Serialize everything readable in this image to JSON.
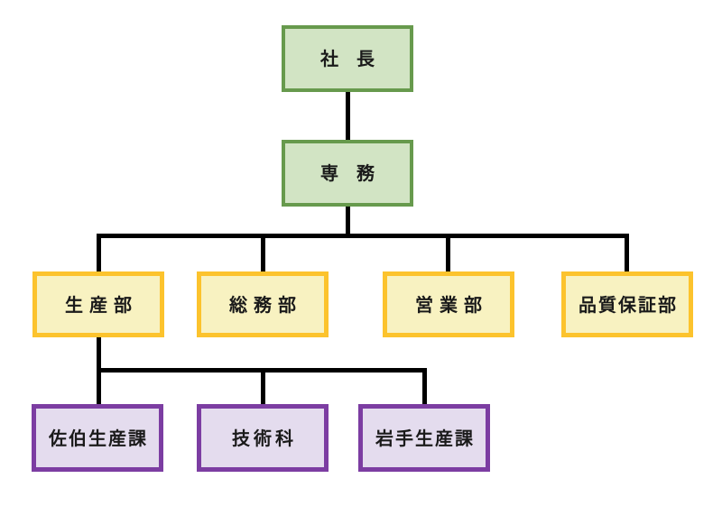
{
  "diagram": {
    "type": "org-chart",
    "nodes": {
      "president": {
        "label": "社　長"
      },
      "senior_managing_director": {
        "label": "専　務"
      },
      "departments": [
        {
          "label": "生産部"
        },
        {
          "label": "総務部"
        },
        {
          "label": "営業部"
        },
        {
          "label": "品質保証部"
        }
      ],
      "sections": [
        {
          "label": "佐伯生産課"
        },
        {
          "label": "技術科"
        },
        {
          "label": "岩手生産課"
        }
      ]
    },
    "hierarchy": [
      {
        "parent": "社長",
        "children": [
          "専務"
        ]
      },
      {
        "parent": "専務",
        "children": [
          "生産部",
          "総務部",
          "営業部",
          "品質保証部"
        ]
      },
      {
        "parent": "生産部",
        "children": [
          "佐伯生産課",
          "技術科",
          "岩手生産課"
        ]
      }
    ]
  },
  "colors": {
    "green_fill": "#d2e4c4",
    "green_border": "#679a4d",
    "yellow_fill": "#f8f2c1",
    "yellow_border": "#fcc32d",
    "purple_fill": "#e4dcee",
    "purple_border": "#7c3da2",
    "line_color": "#000000",
    "text_color": "#1a1a1a"
  }
}
